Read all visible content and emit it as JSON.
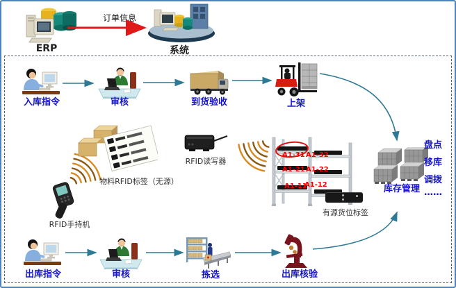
{
  "colors": {
    "border_blue": "#4f81bd",
    "flow_label_blue": "#1616c8",
    "arrow_teal": "#2e7a96",
    "red_arrow": "#e01818",
    "shelf_label_red": "#f40000",
    "wave_orange": "#d88a20"
  },
  "top_section": {
    "erp_label": "ERP",
    "order_arrow_label": "订单信息",
    "system_label": "系统"
  },
  "inbound_flow": {
    "step1": "入库指令",
    "step2": "审核",
    "step3": "到货验收",
    "step4": "上架"
  },
  "middle_section": {
    "material_tag_label": "物料RFID标签（无源）",
    "reader_label": "RFID读写器",
    "handheld_label": "RFID手持机",
    "shelf_slots": [
      "A1-31",
      "A1-32",
      "A1-21",
      "A1-22",
      "A1-11",
      "A1-12"
    ],
    "active_tag_label": "有源货位标签",
    "inventory_label": "库存管理",
    "operations": [
      "盘点",
      "移库",
      "调拨",
      "……"
    ]
  },
  "outbound_flow": {
    "step1": "出库指令",
    "step2": "审核",
    "step3": "拣选",
    "step4": "出库核验"
  }
}
